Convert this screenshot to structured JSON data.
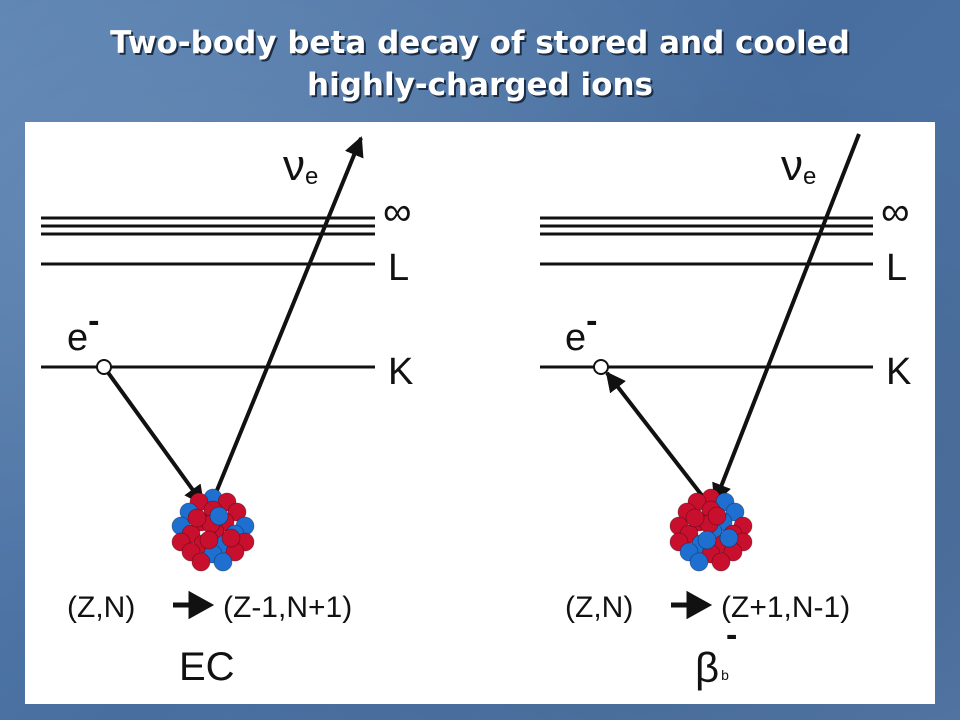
{
  "title": {
    "line1": "Two-body beta decay of stored and cooled",
    "line2": "highly-charged ions"
  },
  "diagrams": {
    "left": {
      "neutrino": "ν",
      "neutrino_sub": "e",
      "level_inf": "∞",
      "level_l": "L",
      "level_k": "K",
      "electron": "e",
      "electron_sup": "-",
      "reaction_from": "(Z,N)",
      "reaction_to": "(Z-1,N+1)",
      "process": "EC"
    },
    "right": {
      "neutrino": "ν",
      "neutrino_sub": "e",
      "level_inf": "∞",
      "level_l": "L",
      "level_k": "K",
      "electron": "e",
      "electron_sup": "-",
      "reaction_from": "(Z,N)",
      "reaction_to": "(Z+1,N-1)",
      "process": "β",
      "process_sup": "-",
      "process_sub": "b"
    }
  },
  "colors": {
    "proton": "#c8102e",
    "neutron": "#1f6fd1"
  }
}
